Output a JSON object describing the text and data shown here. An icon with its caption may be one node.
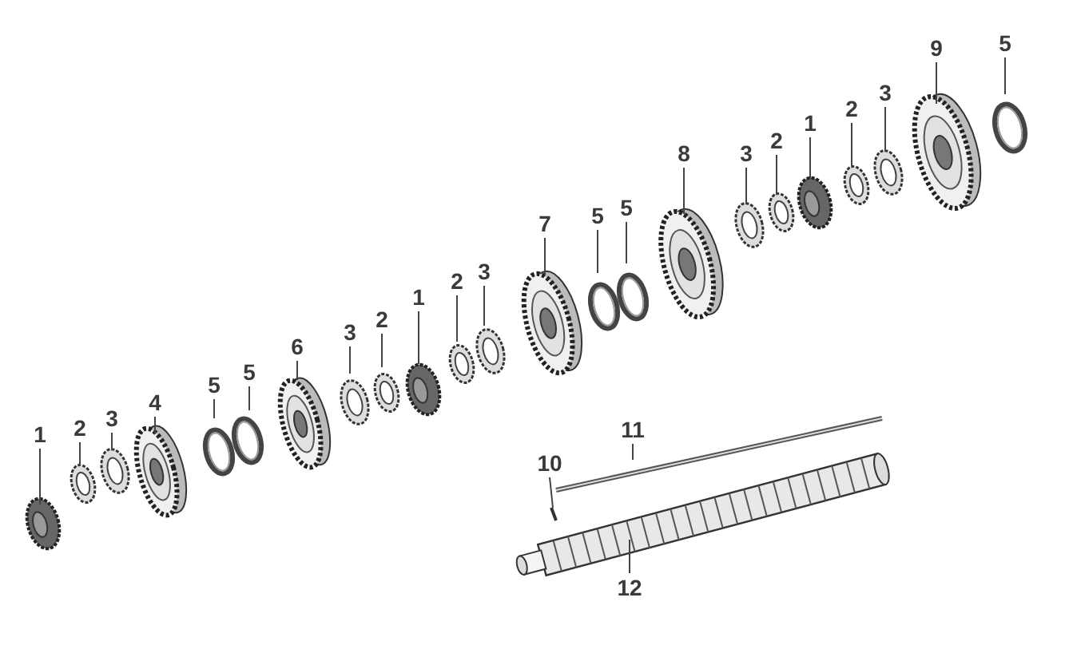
{
  "diagram": {
    "nodes": [
      {
        "text": [
          "1"
        ]
      },
      {
        "text": [
          "2"
        ]
      },
      {
        "text": [
          "3"
        ]
      },
      {
        "text": [
          "4"
        ]
      },
      {
        "text": [
          "5"
        ]
      },
      {
        "text": [
          "5"
        ]
      },
      {
        "text": [
          "6"
        ]
      },
      {
        "text": [
          "3"
        ]
      },
      {
        "text": [
          "2"
        ]
      },
      {
        "text": [
          "1"
        ]
      },
      {
        "text": [
          "2"
        ]
      },
      {
        "text": [
          "3"
        ]
      },
      {
        "text": [
          "7"
        ]
      },
      {
        "text": [
          "5"
        ]
      },
      {
        "text": [
          "5"
        ]
      },
      {
        "text": [
          "8"
        ]
      },
      {
        "text": [
          "3"
        ]
      },
      {
        "text": [
          "2"
        ]
      },
      {
        "text": [
          "1"
        ]
      },
      {
        "text": [
          "2"
        ]
      },
      {
        "text": [
          "3"
        ]
      },
      {
        "text": [
          "9"
        ]
      },
      {
        "text": [
          "5"
        ]
      },
      {
        "text": [
          "10"
        ]
      },
      {
        "text": [
          "11"
        ]
      },
      {
        "text": [
          "12"
        ]
      }
    ],
    "edges": [
      {
        "from": 0,
        "to": null,
        "arrow": "none"
      },
      {
        "from": 1,
        "to": null,
        "arrow": "none"
      },
      {
        "from": 2,
        "to": null,
        "arrow": "none"
      },
      {
        "from": 3,
        "to": null,
        "arrow": "none"
      },
      {
        "from": 4,
        "to": null,
        "arrow": "none"
      },
      {
        "from": 5,
        "to": null,
        "arrow": "none"
      },
      {
        "from": 6,
        "to": null,
        "arrow": "none"
      },
      {
        "from": 7,
        "to": null,
        "arrow": "none"
      },
      {
        "from": 8,
        "to": null,
        "arrow": "none"
      },
      {
        "from": 9,
        "to": null,
        "arrow": "none"
      },
      {
        "from": 10,
        "to": null,
        "arrow": "none"
      },
      {
        "from": 11,
        "to": null,
        "arrow": "none"
      },
      {
        "from": 12,
        "to": null,
        "arrow": "none"
      },
      {
        "from": 13,
        "to": null,
        "arrow": "none"
      },
      {
        "from": 14,
        "to": null,
        "arrow": "none"
      },
      {
        "from": 15,
        "to": null,
        "arrow": "none"
      },
      {
        "from": 16,
        "to": null,
        "arrow": "none"
      },
      {
        "from": 17,
        "to": null,
        "arrow": "none"
      },
      {
        "from": 18,
        "to": null,
        "arrow": "none"
      },
      {
        "from": 19,
        "to": null,
        "arrow": "none"
      },
      {
        "from": 20,
        "to": null,
        "arrow": "none"
      },
      {
        "from": 21,
        "to": null,
        "arrow": "none"
      },
      {
        "from": 22,
        "to": null,
        "arrow": "none"
      },
      {
        "from": 23,
        "to": null,
        "arrow": "none"
      },
      {
        "from": 24,
        "to": null,
        "arrow": "none"
      },
      {
        "from": 25,
        "to": null,
        "arrow": "none"
      }
    ]
  }
}
